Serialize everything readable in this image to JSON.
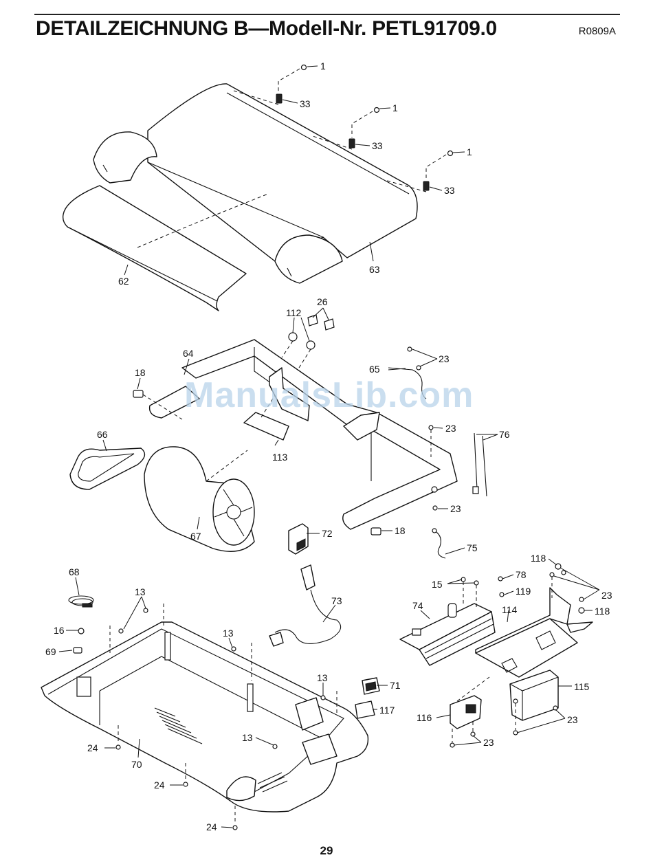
{
  "header": {
    "title": "DETAILZEICHNUNG B—Modell-Nr. PETL91709.0",
    "drawing_code": "R0809A"
  },
  "watermark": "ManualsLib.com",
  "page_number": "29",
  "callouts": [
    "1",
    "33",
    "1",
    "33",
    "1",
    "33",
    "63",
    "62",
    "26",
    "112",
    "64",
    "18",
    "65",
    "23",
    "23",
    "113",
    "66",
    "76",
    "67",
    "23",
    "18",
    "72",
    "75",
    "68",
    "13",
    "16",
    "69",
    "73",
    "74",
    "15",
    "78",
    "118",
    "119",
    "23",
    "118",
    "114",
    "13",
    "13",
    "71",
    "117",
    "115",
    "116",
    "23",
    "23",
    "24",
    "70",
    "24",
    "13",
    "24"
  ]
}
